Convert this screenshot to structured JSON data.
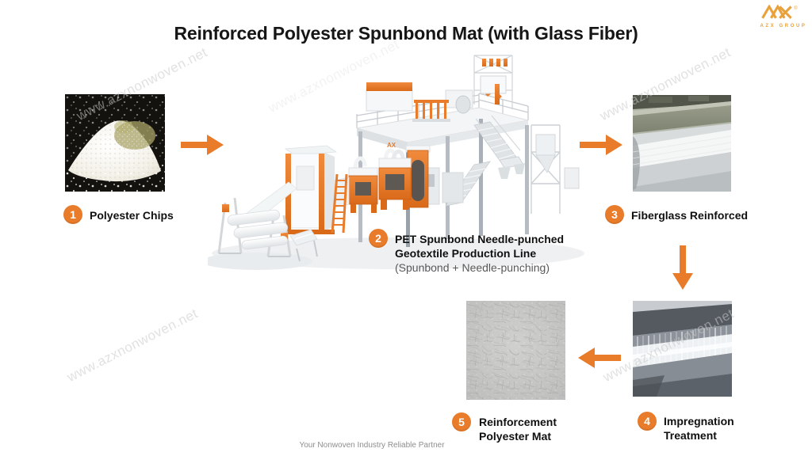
{
  "page": {
    "title": "Reinforced Polyester Spunbond Mat (with Glass Fiber)",
    "watermark": "www.azxnonwoven.net",
    "footer": "Your Nonwoven Industry Reliable Partner"
  },
  "logo": {
    "name": "AZX",
    "group": "AZX GROUP",
    "registered": "®"
  },
  "colors": {
    "accent": "#E87C2B",
    "logo_orange": "#E9A23B",
    "title_text": "#161616",
    "sub_text": "#585858",
    "watermark_gray": "#c9c9c9"
  },
  "steps": [
    {
      "number": "1",
      "lines": [
        "Polyester Chips"
      ],
      "photo": "polyester-chips"
    },
    {
      "number": "2",
      "lines": [
        "PET Spunbond Needle-punched",
        "Geotextile Production Line",
        "(Spunbond + Needle-punching)"
      ],
      "photo": "production-line"
    },
    {
      "number": "3",
      "lines": [
        "Fiberglass Reinforced"
      ],
      "photo": "fiberglass-roll"
    },
    {
      "number": "4",
      "lines": [
        "Impregnation",
        "Treatment"
      ],
      "photo": "impregnation-roller"
    },
    {
      "number": "5",
      "lines": [
        "Reinforcement",
        "Polyester Mat"
      ],
      "photo": "reinforced-mat"
    }
  ],
  "arrows": [
    {
      "from": "1",
      "to": "2",
      "direction": "right"
    },
    {
      "from": "2",
      "to": "3",
      "direction": "right"
    },
    {
      "from": "3",
      "to": "4",
      "direction": "down"
    },
    {
      "from": "4",
      "to": "5",
      "direction": "left"
    }
  ]
}
